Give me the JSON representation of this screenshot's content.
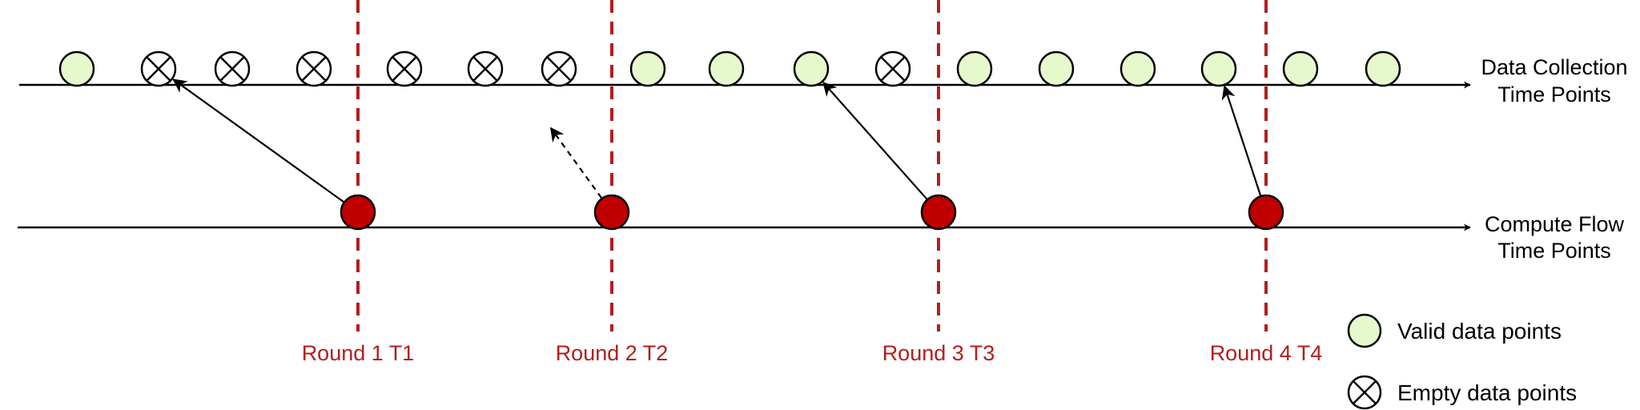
{
  "timelines": {
    "data_collection": {
      "label_line1": "Data Collection",
      "label_line2": "Time Points"
    },
    "compute_flow": {
      "label_line1": "Compute Flow",
      "label_line2": "Time Points"
    }
  },
  "data_points": [
    "valid",
    "empty",
    "empty",
    "empty",
    "empty",
    "empty",
    "empty",
    "valid",
    "valid",
    "valid",
    "empty",
    "valid",
    "valid",
    "valid",
    "valid",
    "valid",
    "valid"
  ],
  "rounds": [
    {
      "label": "Round 1 T1",
      "target_point_index": 1,
      "fetch": "solid"
    },
    {
      "label": "Round 2 T2",
      "target_point_index": null,
      "fetch": "dashed"
    },
    {
      "label": "Round 3 T3",
      "target_point_index": 9,
      "fetch": "solid"
    },
    {
      "label": "Round 4 T4",
      "target_point_index": 14,
      "fetch": "solid"
    }
  ],
  "legend": {
    "valid_label": "Valid data points",
    "empty_label": "Empty data points"
  },
  "colors": {
    "valid_fill": "#e6f9cc",
    "compute_fill": "#c00000",
    "round_line": "#b21e1e",
    "round_text": "#b21e1e",
    "axis": "#000000"
  }
}
